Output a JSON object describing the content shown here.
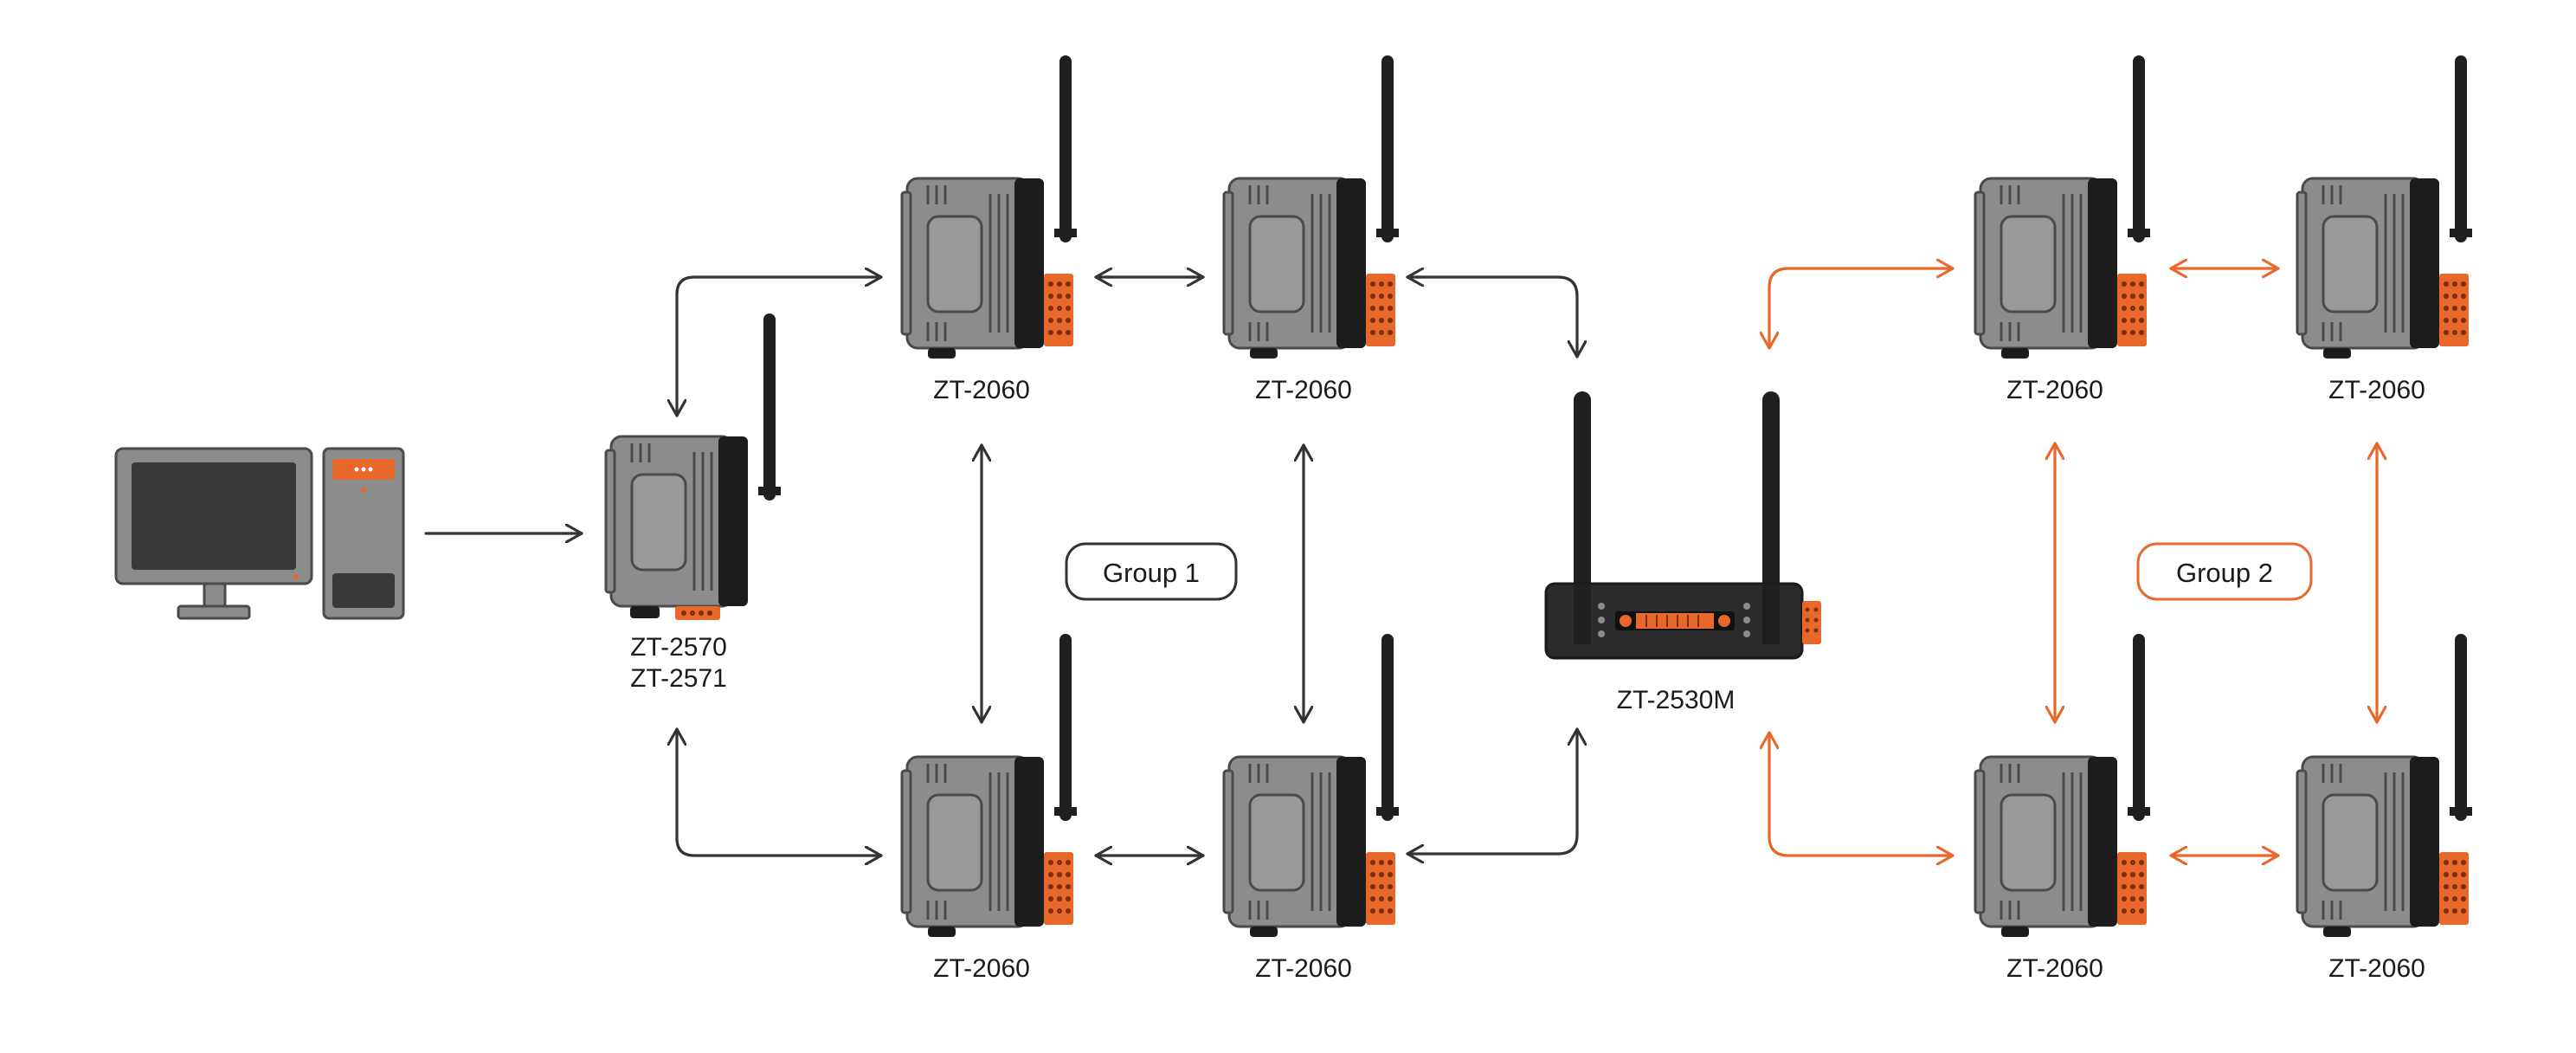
{
  "colors": {
    "group1": "#333333",
    "group2": "#e8672a",
    "device_body": "#8c8c8c",
    "device_dark": "#1c1c1c",
    "connector": "#e8672a"
  },
  "icons": {
    "pc": "desktop-computer-icon",
    "gateway": "zt-2570-gateway-icon",
    "node": "zt-2060-node-icon",
    "coordinator": "zt-2530m-router-icon"
  },
  "devices": {
    "gateway": {
      "label1": "ZT-2570",
      "label2": "ZT-2571"
    },
    "g1_top_left": {
      "label": "ZT-2060"
    },
    "g1_top_right": {
      "label": "ZT-2060"
    },
    "g1_bottom_left": {
      "label": "ZT-2060"
    },
    "g1_bottom_right": {
      "label": "ZT-2060"
    },
    "coordinator": {
      "label": "ZT-2530M"
    },
    "g2_top_left": {
      "label": "ZT-2060"
    },
    "g2_top_right": {
      "label": "ZT-2060"
    },
    "g2_bottom_left": {
      "label": "ZT-2060"
    },
    "g2_bottom_right": {
      "label": "ZT-2060"
    }
  },
  "groups": {
    "group1": {
      "label": "Group 1"
    },
    "group2": {
      "label": "Group 2"
    }
  }
}
